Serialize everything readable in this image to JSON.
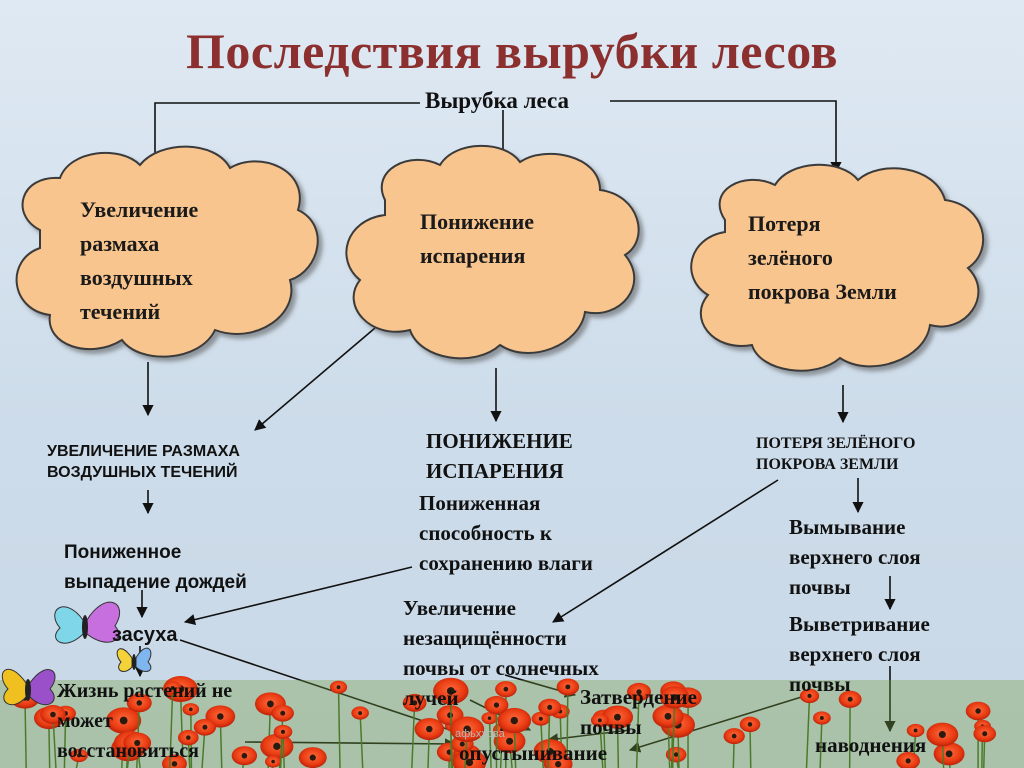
{
  "title": "Последствия вырубки лесов",
  "top_node": "Вырубка леса",
  "clouds": [
    {
      "lines": [
        "Увеличение",
        "размаха",
        "воздушных",
        "течений"
      ]
    },
    {
      "lines": [
        "Понижение",
        "испарения"
      ]
    },
    {
      "lines": [
        "Потеря",
        "зелёного",
        "покрова Земли"
      ]
    }
  ],
  "headers": {
    "left": [
      "УВЕЛИЧЕНИЕ РАЗМАХА",
      "ВОЗДУШНЫХ ТЕЧЕНИЙ"
    ],
    "mid": [
      "ПОНИЖЕНИЕ",
      "ИСПАРЕНИЯ"
    ],
    "right": [
      "ПОТЕРЯ ЗЕЛЁНОГО",
      "ПОКРОВА ЗЕМЛИ"
    ]
  },
  "nodes": {
    "reduced_rain": [
      "Пониженное",
      "выпадение дождей"
    ],
    "drought": "засуха",
    "plant_life": [
      "Жизнь растений не",
      "может",
      "восстановиться"
    ],
    "moisture": [
      "Пониженная",
      "способность к",
      "сохранению влаги"
    ],
    "soil_exposure": [
      "Увеличение",
      "незащищённости",
      "почвы от солнечных",
      "лучей"
    ],
    "hardening": [
      "Затвердение",
      "почвы"
    ],
    "desertification": "опустынивание",
    "washing": [
      "Вымывание",
      "верхнего слоя",
      "почвы"
    ],
    "weathering": [
      "Выветривание",
      "верхнего слоя",
      "почвы"
    ],
    "floods": "наводнения"
  },
  "watermark": "афьххова",
  "colors": {
    "title": "#8c2f2f",
    "cloud_fill": "#f9c58e",
    "cloud_outline": "#3a3a3a",
    "background": "#cddcea"
  }
}
